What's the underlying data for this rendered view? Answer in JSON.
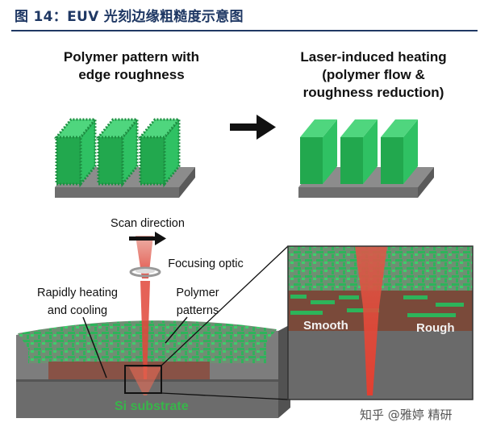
{
  "figure_title": "图 14：EUV 光刻边缘粗糙度示意图",
  "panels": {
    "left_header": [
      "Polymer pattern with",
      "edge roughness"
    ],
    "right_header": [
      "Laser-induced heating",
      "(polymer flow &",
      "roughness reduction)"
    ]
  },
  "labels": {
    "scan_direction": "Scan direction",
    "focusing_optic": "Focusing optic",
    "rapidly_heating": [
      "Rapidly heating",
      "and cooling"
    ],
    "polymer_patterns": [
      "Polymer",
      "patterns"
    ],
    "si_substrate": "Si substrate",
    "smooth": "Smooth",
    "rough": "Rough"
  },
  "watermark": "知乎 @雅婷 精研",
  "colors": {
    "title": "#1f3864",
    "polymer_green": "#2db45a",
    "laser_red": "#e0463a",
    "substrate_gray": "#6e6e6e",
    "heated_brown": "#7a4a3a"
  }
}
